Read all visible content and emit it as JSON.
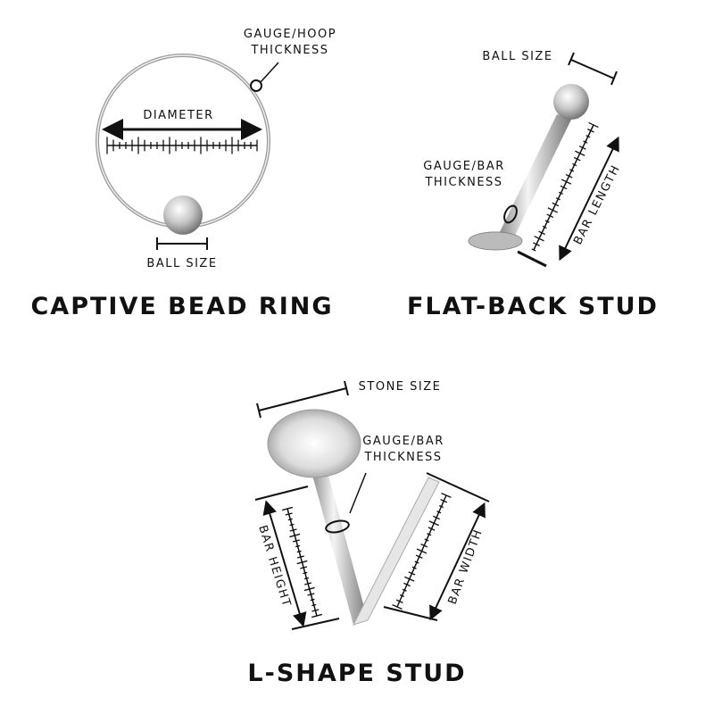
{
  "colors": {
    "ink": "#111111",
    "metal_light": "#f2f2f2",
    "metal_dark": "#8a8a8a",
    "background": "#ffffff"
  },
  "captive_bead_ring": {
    "title": "CAPTIVE BEAD RING",
    "gauge_label_1": "GAUGE/HOOP",
    "gauge_label_2": "THICKNESS",
    "diameter_label": "DIAMETER",
    "ball_size_label": "BALL SIZE"
  },
  "flat_back_stud": {
    "title": "FLAT-BACK STUD",
    "ball_size_label": "BALL SIZE",
    "gauge_label_1": "GAUGE/BAR",
    "gauge_label_2": "THICKNESS",
    "bar_length_label": "BAR LENGTH"
  },
  "l_shape_stud": {
    "title": "L-SHAPE STUD",
    "stone_size_label": "STONE SIZE",
    "gauge_label_1": "GAUGE/BAR",
    "gauge_label_2": "THICKNESS",
    "bar_height_label": "BAR HEIGHT",
    "bar_width_label": "BAR WIDTH"
  }
}
